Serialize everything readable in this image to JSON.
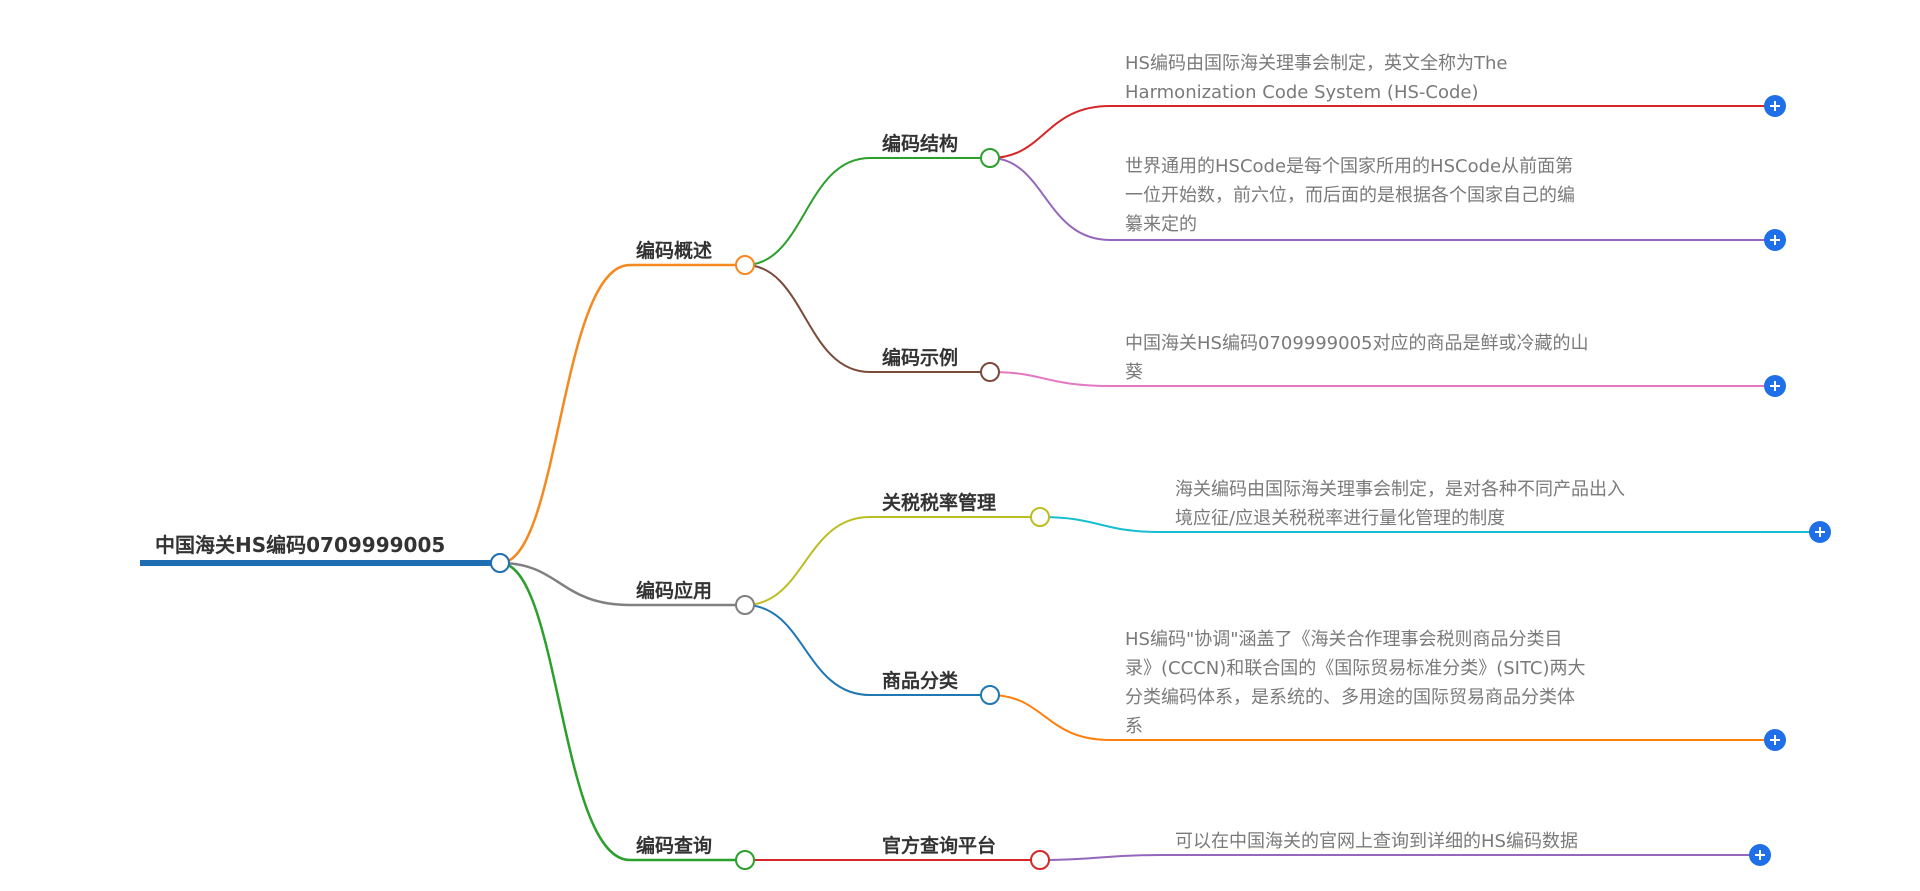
{
  "root": {
    "label": "中国海关HS编码0709999005"
  },
  "branches": {
    "overview": {
      "label": "编码概述",
      "children": {
        "structure": {
          "label": "编码结构",
          "leaves": [
            {
              "lines": [
                "HS编码由国际海关理事会制定，英文全称为The",
                "Harmonization Code System (HS-Code)"
              ]
            },
            {
              "lines": [
                "世界通用的HSCode是每个国家所用的HSCode从前面第",
                "一位开始数，前六位，而后面的是根据各个国家自己的编",
                "纂来定的"
              ]
            }
          ]
        },
        "example": {
          "label": "编码示例",
          "leaves": [
            {
              "lines": [
                "中国海关HS编码0709999005对应的商品是鲜或冷藏的山",
                "葵"
              ]
            }
          ]
        }
      }
    },
    "application": {
      "label": "编码应用",
      "children": {
        "tariff": {
          "label": "关税税率管理",
          "leaves": [
            {
              "lines": [
                "海关编码由国际海关理事会制定，是对各种不同产品出入",
                "境应征/应退关税税率进行量化管理的制度"
              ]
            }
          ]
        },
        "classification": {
          "label": "商品分类",
          "leaves": [
            {
              "lines": [
                "HS编码\"协调\"涵盖了《海关合作理事会税则商品分类目",
                "录》(CCCN)和联合国的《国际贸易标准分类》(SITC)两大",
                "分类编码体系，是系统的、多用途的国际贸易商品分类体",
                "系"
              ]
            }
          ]
        }
      }
    },
    "query": {
      "label": "编码查询",
      "children": {
        "platform": {
          "label": "官方查询平台",
          "leaves": [
            {
              "lines": [
                "可以在中国海关的官网上查询到详细的HS编码数据"
              ]
            }
          ]
        }
      }
    }
  },
  "colors": {
    "root_bar": "#1f6db3",
    "overview": "#f5881f",
    "application": "#808080",
    "query": "#2ca02c",
    "structure": "#2ca02c",
    "example": "#7b4a3a",
    "tariff": "#bcbd22",
    "classification": "#1f77b4",
    "platform": "#d62728",
    "leaf_structure_1": "#d62728",
    "leaf_structure_2": "#9467bd",
    "leaf_example": "#e377c2",
    "leaf_tariff": "#17becf",
    "leaf_classification": "#ff7f0e",
    "leaf_platform": "#9467bd",
    "expand_button": "#1e6fe8",
    "label_text": "#333333",
    "leaf_text": "#7a7a7a"
  },
  "icons": {
    "expand": "plus-circle-icon"
  }
}
